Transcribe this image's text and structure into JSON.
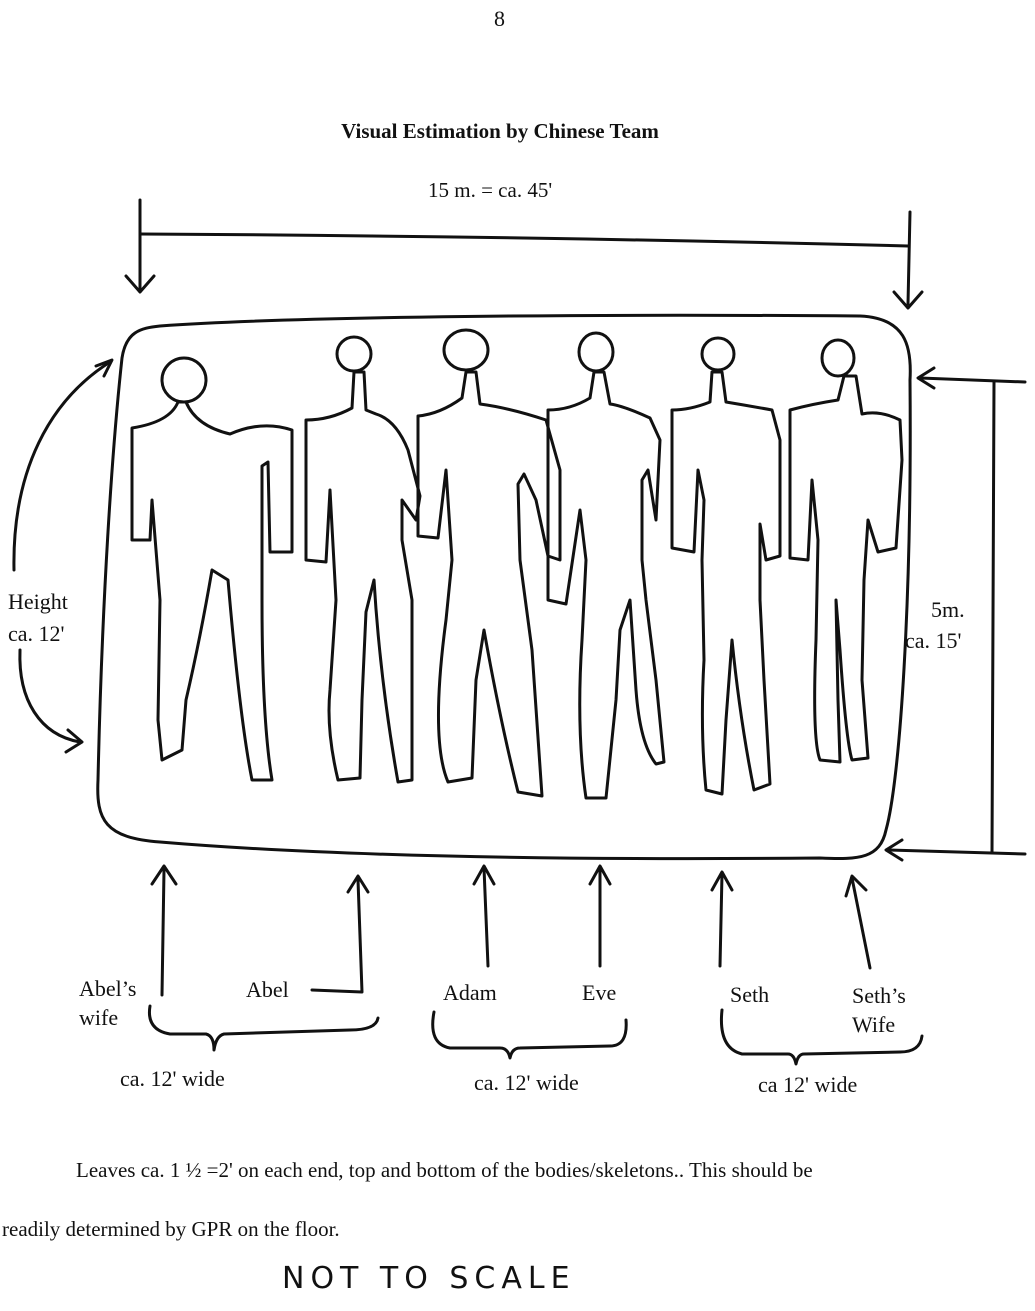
{
  "page_number": "8",
  "title": "Visual Estimation by Chinese Team",
  "width_label": "15 m. = ca. 45'",
  "height_left": [
    "Height",
    "ca. 12'"
  ],
  "height_right": [
    "5m.",
    "ca. 15'"
  ],
  "labels": {
    "abels_wife": [
      "Abel’s",
      "wife"
    ],
    "abel": "Abel",
    "adam": "Adam",
    "eve": "Eve",
    "seth": "Seth",
    "seths_wife": [
      "Seth’s",
      "Wife"
    ]
  },
  "pair_widths": [
    "ca. 12' wide",
    "ca. 12' wide",
    "ca 12' wide"
  ],
  "note_line1": "Leaves ca. 1 ½ =2' on each end, top and bottom of the bodies/skeletons.. This should be",
  "note_line2": "readily determined by GPR on the floor.",
  "stamp": "NOT TO SCALE"
}
